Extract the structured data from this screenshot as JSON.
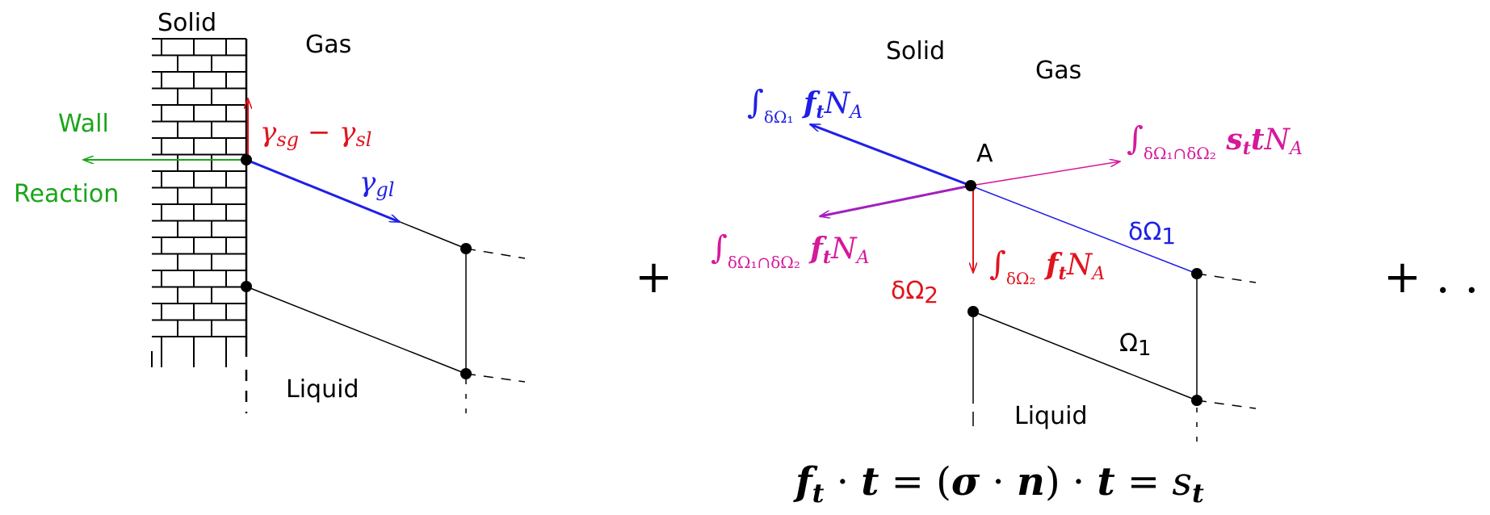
{
  "colors": {
    "black": "#000000",
    "blue": "#1f1fe6",
    "red": "#e0141e",
    "green": "#1aa51a",
    "magenta": "#d6189b",
    "purple": "#a21fbf"
  },
  "left": {
    "solid": "Solid",
    "gas": "Gas",
    "liquid": "Liquid",
    "wall": "Wall",
    "reaction": "Reaction",
    "gamma_sg_minus_sl": "γsg − γsl",
    "gamma_gl": "γgl"
  },
  "right": {
    "solid": "Solid",
    "gas": "Gas",
    "liquid": "Liquid",
    "node_a": "A",
    "int_omega1": "∫δΩ₁ f_t N_A",
    "int_intersection_st": "∫δΩ₁∩δΩ₂ s_t t N_A",
    "int_intersection_ft": "∫δΩ₁∩δΩ₂ f_t N_A",
    "int_omega2": "∫δΩ₂ f_t N_A",
    "delta_omega1": "δΩ1",
    "delta_omega2": "δΩ2",
    "omega1": "Ω1"
  },
  "plus_left": "+",
  "plus_right": "+ . . .",
  "equation": "f_t · t = (σ · n) · t = s_t"
}
